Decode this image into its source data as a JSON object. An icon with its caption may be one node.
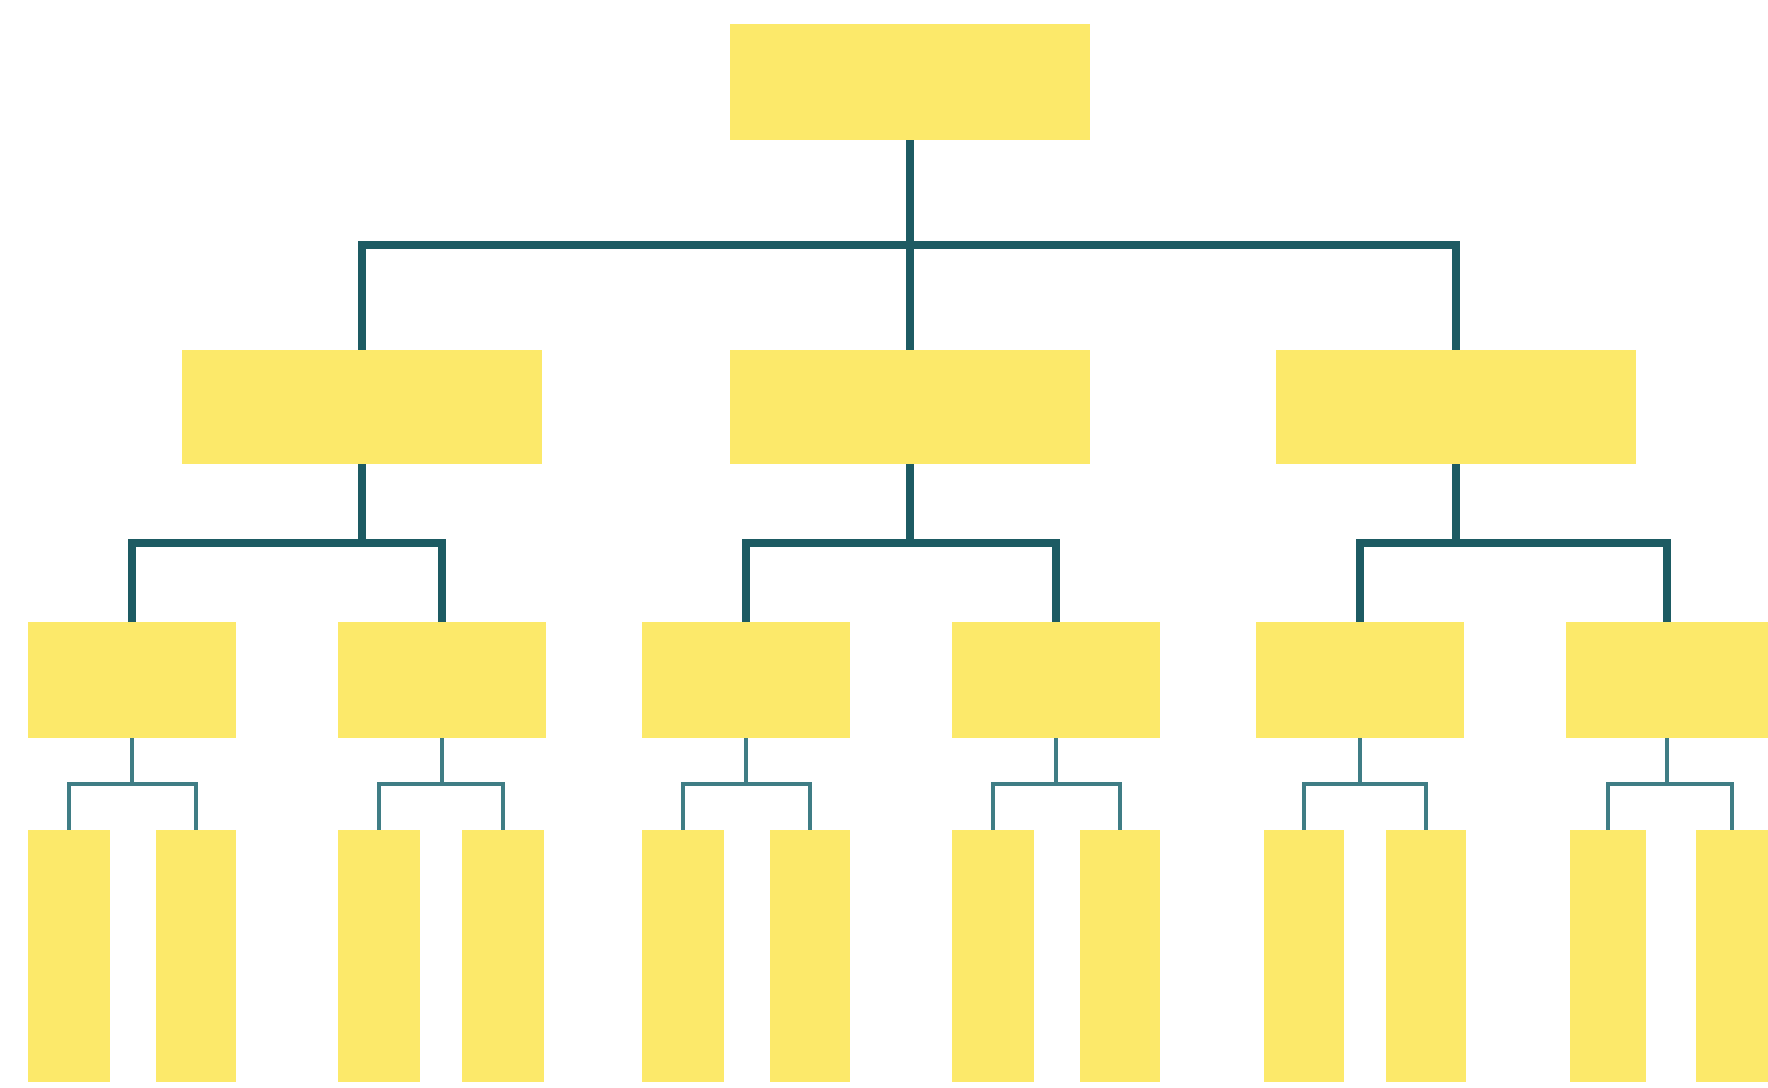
{
  "diagram": {
    "nodes": [
      {
        "text": [],
        "shape": "box"
      },
      {
        "text": [],
        "shape": "box"
      },
      {
        "text": [],
        "shape": "box"
      },
      {
        "text": [],
        "shape": "box"
      },
      {
        "text": [],
        "shape": "box"
      },
      {
        "text": [],
        "shape": "box"
      },
      {
        "text": [],
        "shape": "box"
      },
      {
        "text": [],
        "shape": "box"
      },
      {
        "text": [],
        "shape": "box"
      },
      {
        "text": [],
        "shape": "box"
      },
      {
        "text": [],
        "shape": "box"
      },
      {
        "text": [],
        "shape": "box"
      },
      {
        "text": [],
        "shape": "box"
      },
      {
        "text": [],
        "shape": "box"
      },
      {
        "text": [],
        "shape": "box"
      },
      {
        "text": [],
        "shape": "box"
      },
      {
        "text": [],
        "shape": "box"
      },
      {
        "text": [],
        "shape": "box"
      },
      {
        "text": [],
        "shape": "box"
      },
      {
        "text": [],
        "shape": "box"
      },
      {
        "text": [],
        "shape": "box"
      },
      {
        "text": [],
        "shape": "box"
      }
    ],
    "edges": [
      {
        "from": 0,
        "to": 1,
        "arrow": "none",
        "style": "thick"
      },
      {
        "from": 0,
        "to": 2,
        "arrow": "none",
        "style": "thick"
      },
      {
        "from": 0,
        "to": 3,
        "arrow": "none",
        "style": "thick"
      },
      {
        "from": 1,
        "to": 4,
        "arrow": "none",
        "style": "thick"
      },
      {
        "from": 1,
        "to": 5,
        "arrow": "none",
        "style": "thick"
      },
      {
        "from": 2,
        "to": 6,
        "arrow": "none",
        "style": "thick"
      },
      {
        "from": 2,
        "to": 7,
        "arrow": "none",
        "style": "thick"
      },
      {
        "from": 3,
        "to": 8,
        "arrow": "none",
        "style": "thick"
      },
      {
        "from": 3,
        "to": 9,
        "arrow": "none",
        "style": "thick"
      },
      {
        "from": 4,
        "to": 10,
        "arrow": "none"
      },
      {
        "from": 4,
        "to": 11,
        "arrow": "none"
      },
      {
        "from": 5,
        "to": 12,
        "arrow": "none"
      },
      {
        "from": 5,
        "to": 13,
        "arrow": "none"
      },
      {
        "from": 6,
        "to": 14,
        "arrow": "none"
      },
      {
        "from": 6,
        "to": 15,
        "arrow": "none"
      },
      {
        "from": 7,
        "to": 16,
        "arrow": "none"
      },
      {
        "from": 7,
        "to": 17,
        "arrow": "none"
      },
      {
        "from": 8,
        "to": 18,
        "arrow": "none"
      },
      {
        "from": 8,
        "to": 19,
        "arrow": "none"
      },
      {
        "from": 9,
        "to": 20,
        "arrow": "none"
      },
      {
        "from": 9,
        "to": 21,
        "arrow": "none"
      }
    ]
  }
}
